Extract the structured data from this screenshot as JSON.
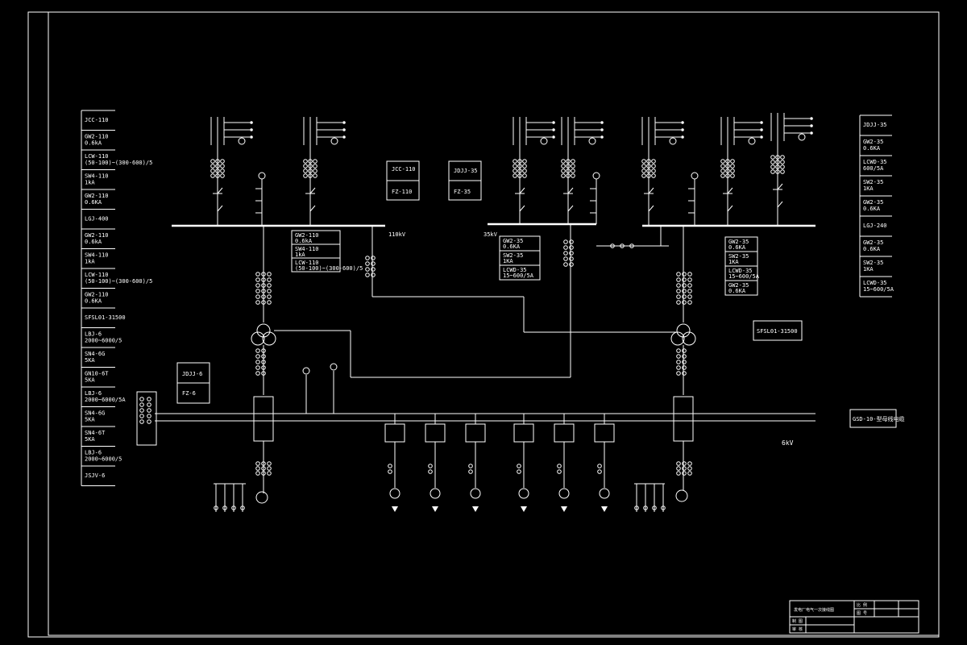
{
  "left_legend": [
    "JCC-110",
    "GW2-110\n0.6kA",
    "LCW-110\n(50-100)~(300-600)/5",
    "SW4-110\n1kA",
    "GW2-110\n0.6KA",
    "LGJ-400",
    "GW2-110\n0.6kA",
    "SW4-110\n1kA",
    "LCW-110\n(50-100)~(300-600)/5",
    "GW2-110\n0.6KA",
    "SFSL01-31500",
    "LBJ-6\n2000~6000/5",
    "SN4-6G\n5KA",
    "GN10-6T\n5KA",
    "LBJ-6\n2000~6000/5A",
    "SN4-6G\n5KA",
    "SN4-6T\n5KA",
    "LBJ-6\n2000~6000/5",
    "JSJV-6"
  ],
  "right_legend": [
    "JDJJ-35",
    "GW2-35\n0.6KA",
    "LCWD-35\n600/5A",
    "SW2-35\n1KA",
    "GW2-35\n0.6KA",
    "LGJ-240",
    "GW2-35\n0.6KA",
    "SW2-35\n1KA",
    "LCWD-35\n15~600/5A"
  ],
  "box_110": [
    "JCC-110",
    "FZ-110"
  ],
  "box_35": [
    "JDJJ-35",
    "FZ-35"
  ],
  "box_6": [
    "JDJJ-6",
    "FZ-6"
  ],
  "box_110_specs": [
    "GW2-110\n0.6kA",
    "SW4-110\n1kA",
    "LCW-110\n(50-100)~(300-600)/5"
  ],
  "box_35_specs": [
    "GW2-35\n0.6KA",
    "SW2-35\n1KA",
    "LCWD-35\n15~600/5A"
  ],
  "box_35_specs_right": [
    "GW2-35\n0.6KA",
    "SW2-35\n1KA",
    "LCWD-35\n15~600/5A",
    "GW2-35\n0.6KA"
  ],
  "transformer_label_right": "SFSL01-31500",
  "bus_labels": {
    "kv110": "110kV",
    "kv35": "35kV",
    "kv6": "6kV"
  },
  "right_bus_tag": "GSD-10-型母线电缆",
  "title_block": {
    "title": "发电厂电气一次接线图",
    "cells": [
      "比 例",
      "图 号",
      "制 图",
      "审 核"
    ]
  }
}
